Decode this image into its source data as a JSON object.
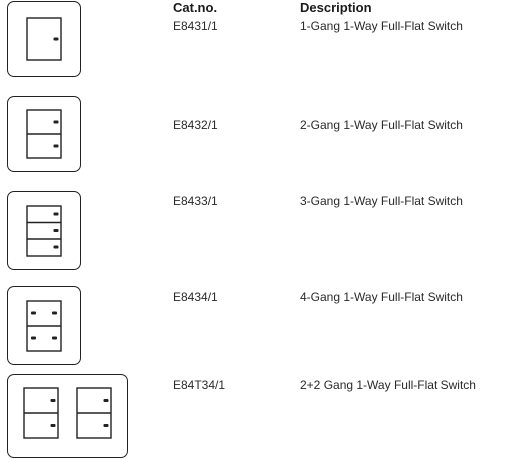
{
  "header": {
    "cat_no": "Cat.no.",
    "description": "Description"
  },
  "products": [
    {
      "cat_no": "E8431/1",
      "description": "1-Gang 1-Way Full-Flat Switch",
      "icon": "one-gang-switch-icon"
    },
    {
      "cat_no": "E8432/1",
      "description": "2-Gang 1-Way Full-Flat Switch",
      "icon": "two-gang-switch-icon"
    },
    {
      "cat_no": "E8433/1",
      "description": "3-Gang 1-Way Full-Flat Switch",
      "icon": "three-gang-switch-icon"
    },
    {
      "cat_no": "E8434/1",
      "description": "4-Gang 1-Way Full-Flat Switch",
      "icon": "four-gang-switch-icon"
    },
    {
      "cat_no": "E84T34/1",
      "description": "2+2 Gang 1-Way Full-Flat Switch",
      "icon": "two-plus-two-gang-switch-icon"
    }
  ]
}
